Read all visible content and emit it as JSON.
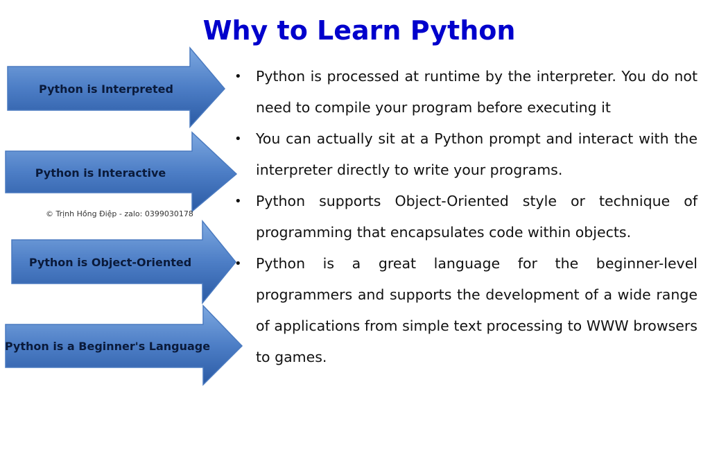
{
  "slide": {
    "title": "Why to Learn Python",
    "watermark": "© Trịnh Hồng Điệp - zalo: 0399030178",
    "colors": {
      "title": "#0000cc",
      "arrow_light": "#6c9bd8",
      "arrow_dark": "#2b5aa5",
      "arrow_stroke": "#4a7ac0"
    }
  },
  "arrows": [
    {
      "label": "Python is Interpreted"
    },
    {
      "label": "Python is Interactive"
    },
    {
      "label": "Python is Object-Oriented"
    },
    {
      "label": "Python is a Beginner's Language"
    }
  ],
  "bullets": [
    {
      "text": "Python is processed at runtime by the interpreter. You do not need to compile your program before executing it"
    },
    {
      "text": "You can actually sit at a Python prompt and interact with the interpreter directly to write your programs."
    },
    {
      "text": "Python supports Object-Oriented style or technique of programming that encapsulates code within objects."
    },
    {
      "text": "Python is a great language for the beginner-level programmers and supports the development of a wide range of applications from simple text processing to WWW browsers to games."
    }
  ]
}
